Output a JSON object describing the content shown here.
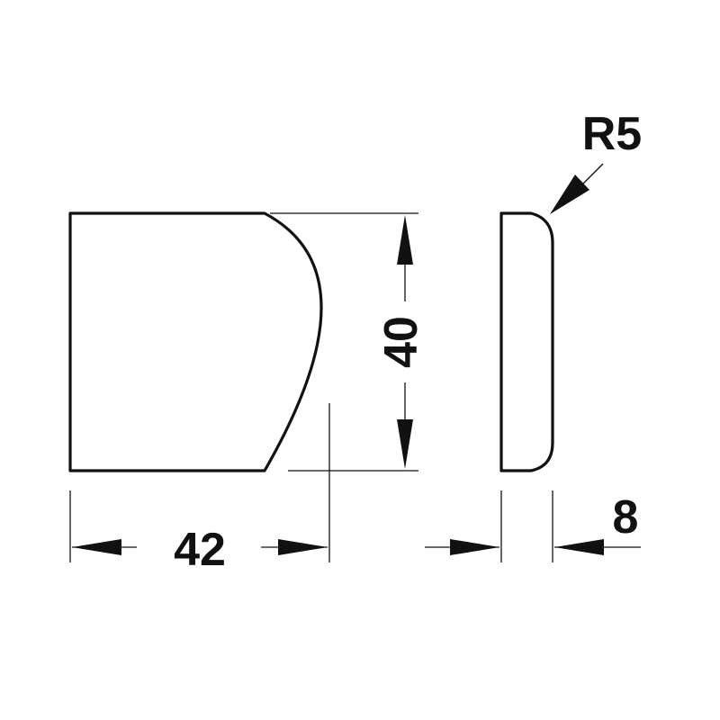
{
  "dimensions": {
    "width": "42",
    "height": "40",
    "thickness": "8",
    "radius": "R5"
  },
  "colors": {
    "line": "#111111",
    "background": "#ffffff"
  }
}
